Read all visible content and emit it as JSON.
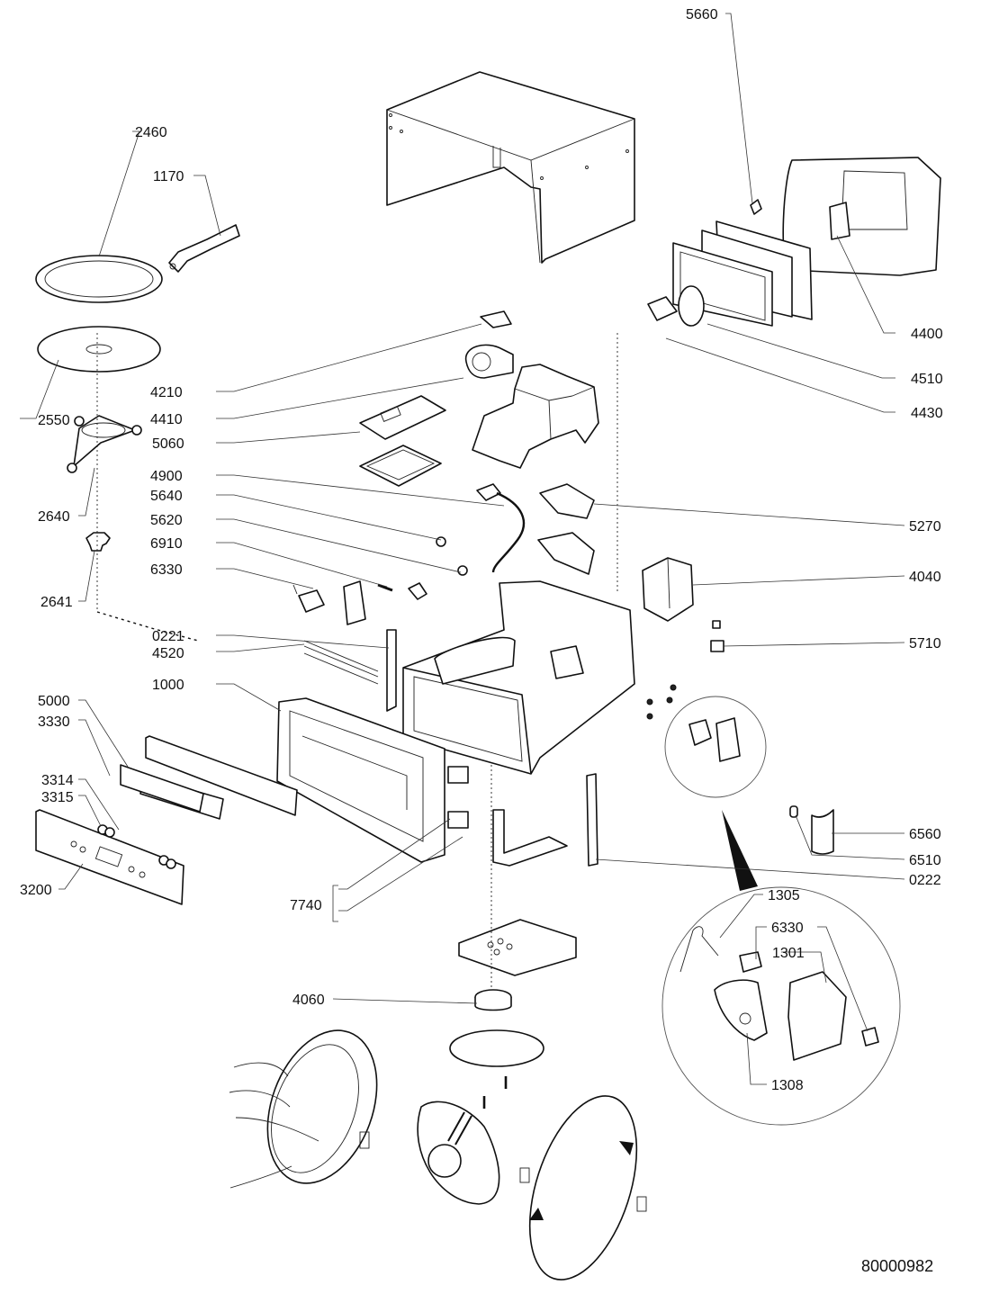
{
  "document": {
    "type": "exploded parts diagram",
    "subject": "built-in microwave oven",
    "document_number": "80000982"
  },
  "labels": {
    "p2460": "2460",
    "p1170": "1170",
    "p2550": "2550",
    "p2640": "2640",
    "p2641": "2641",
    "p4210": "4210",
    "p4410": "4410",
    "p5060": "5060",
    "p4900": "4900",
    "p5640": "5640",
    "p5620": "5620",
    "p6910": "6910",
    "p6330": "6330",
    "p0221": "0221",
    "p4520": "4520",
    "p1000": "1000",
    "p5000": "5000",
    "p3330": "3330",
    "p3314": "3314",
    "p3315": "3315",
    "p3200": "3200",
    "p7740": "7740",
    "p4060": "4060",
    "p5660": "5660",
    "p4400": "4400",
    "p4510": "4510",
    "p4430": "4430",
    "p5270": "5270",
    "p4040": "4040",
    "p5710": "5710",
    "p6560": "6560",
    "p6510": "6510",
    "p0222": "0222"
  },
  "detail_labels": {
    "p1305": "1305",
    "p6330": "6330",
    "p1301": "1301",
    "p1308": "1308"
  }
}
